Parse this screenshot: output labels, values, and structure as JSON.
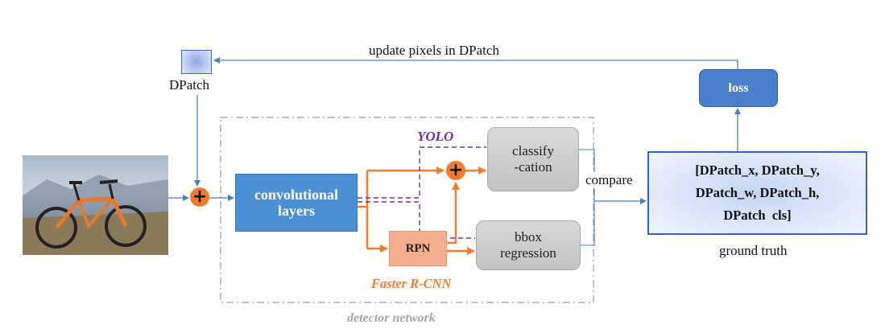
{
  "diagram": {
    "feedback_label": "update pixels in DPatch",
    "dpatch_label": "DPatch",
    "input_image": "bicycle photo",
    "plus_symbol": "+",
    "conv_line1": "convolutional",
    "conv_line2": "layers",
    "rpn_label": "RPN",
    "classify_line1": "classify",
    "classify_line2": "-cation",
    "bbox_line1": "bbox",
    "bbox_line2": "regression",
    "yolo_label": "YOLO",
    "faster_rcnn_label": "Faster R-CNN",
    "detector_label": "detector network",
    "compare_label": "compare",
    "gt_line1": "[DPatch_x, DPatch_y,",
    "gt_line2": "DPatch_w, DPatch_h,",
    "gt_line3": "DPatch  cls]",
    "ground_truth_label": "ground truth",
    "loss_label": "loss",
    "colors": {
      "blue_arrow": "#4a7fc9",
      "orange": "#ef7d31",
      "purple": "#7030a0",
      "gray_border": "#999999"
    }
  }
}
